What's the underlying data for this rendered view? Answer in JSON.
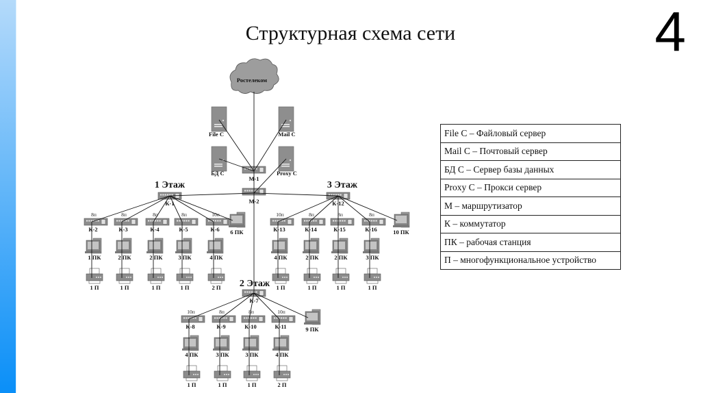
{
  "slide": {
    "title": "Структурная схема сети",
    "number": "4",
    "accent_gradient": [
      "#b4dafa",
      "#0a8ff8"
    ]
  },
  "diagram": {
    "isp": "Ростелеком",
    "servers": [
      {
        "id": "file",
        "label": "File С"
      },
      {
        "id": "mail",
        "label": "Mail С"
      },
      {
        "id": "db",
        "label": "БД С"
      },
      {
        "id": "proxy",
        "label": "Proxy С"
      }
    ],
    "routers": [
      {
        "id": "m1",
        "label": "М-1"
      },
      {
        "id": "m2",
        "label": "М-2"
      }
    ],
    "floors": [
      {
        "title": "1 Этаж",
        "core": "К-1",
        "switches": [
          {
            "label": "К-2",
            "ports": "8п",
            "pcs": "1 ПК",
            "mfd": "1 П"
          },
          {
            "label": "К-3",
            "ports": "8п",
            "pcs": "2 ПК",
            "mfd": "1 П"
          },
          {
            "label": "К-4",
            "ports": "8п",
            "pcs": "2 ПК",
            "mfd": "1 П"
          },
          {
            "label": "К-5",
            "ports": "8п",
            "pcs": "3 ПК",
            "mfd": "1 П"
          },
          {
            "label": "К-6",
            "ports": "10п",
            "pcs": "4 ПК",
            "mfd": "2 П"
          }
        ],
        "direct_pc": "6 ПК"
      },
      {
        "title": "2 Этаж",
        "core": "К-7",
        "switches": [
          {
            "label": "К-8",
            "ports": "10п",
            "pcs": "4 ПК",
            "mfd": "1 П"
          },
          {
            "label": "К-9",
            "ports": "8п",
            "pcs": "3 ПК",
            "mfd": "1 П"
          },
          {
            "label": "К-10",
            "ports": "8п",
            "pcs": "3 ПК",
            "mfd": "1 П"
          },
          {
            "label": "К-11",
            "ports": "10п",
            "pcs": "4 ПК",
            "mfd": "2 П"
          }
        ],
        "direct_pc": "9 ПК"
      },
      {
        "title": "3 Этаж",
        "core": "К-12",
        "switches": [
          {
            "label": "К-13",
            "ports": "10п",
            "pcs": "4 ПК",
            "mfd": "1 П"
          },
          {
            "label": "К-14",
            "ports": "8п",
            "pcs": "2 ПК",
            "mfd": "1 П"
          },
          {
            "label": "К-15",
            "ports": "8п",
            "pcs": "2 ПК",
            "mfd": "1 П"
          },
          {
            "label": "К-16",
            "ports": "8п",
            "pcs": "3 ПК",
            "mfd": "1 П"
          }
        ],
        "direct_pc": "10 ПК"
      }
    ]
  },
  "legend": [
    "File С – Файловый сервер",
    "Mail С – Почтовый сервер",
    "БД С – Сервер базы данных",
    "Proxy С – Прокси сервер",
    "М – маршрутизатор",
    "К – коммутатор",
    "ПК – рабочая станция",
    "П – многофункциональное устройство"
  ]
}
